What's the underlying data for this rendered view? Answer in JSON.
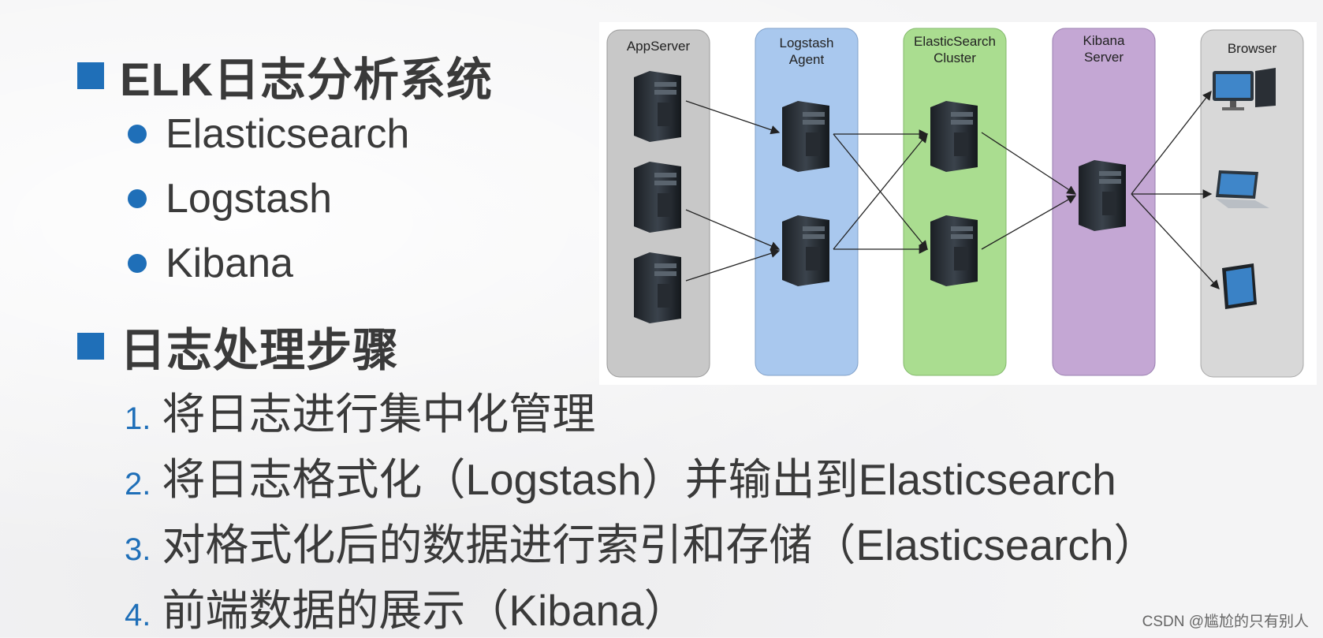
{
  "heading1": "ELK日志分析系统",
  "components": [
    "Elasticsearch",
    "Logstash",
    "Kibana"
  ],
  "heading2": "日志处理步骤",
  "steps": [
    {
      "num": "1.",
      "text": "将日志进行集中化管理"
    },
    {
      "num": "2.",
      "text": "将日志格式化（Logstash）并输出到Elasticsearch"
    },
    {
      "num": "3.",
      "text": "对格式化后的数据进行索引和存储（Elasticsearch）"
    },
    {
      "num": "4.",
      "text": "前端数据的展示（Kibana）"
    }
  ],
  "diagram": {
    "columns": [
      {
        "lines": [
          "AppServer"
        ],
        "color": "#c9c9c9"
      },
      {
        "lines": [
          "Logstash",
          "Agent"
        ],
        "color": "#a8c7ee"
      },
      {
        "lines": [
          "ElasticSearch",
          "Cluster"
        ],
        "color": "#a9de8f"
      },
      {
        "lines": [
          "Kibana",
          "Server"
        ],
        "color": "#c3a6d2"
      },
      {
        "lines": [
          "Browser"
        ],
        "color": "#d8d8d8"
      }
    ]
  },
  "watermark": "CSDN @尴尬的只有别人"
}
